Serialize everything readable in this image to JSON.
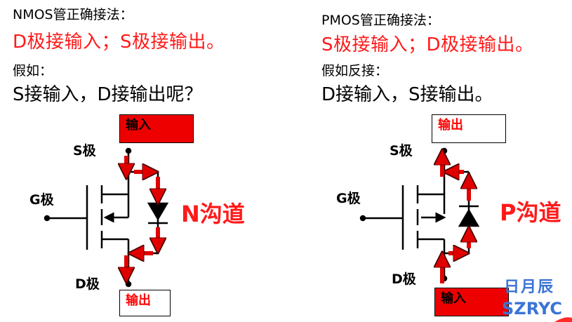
{
  "left": {
    "heading": "NMOS管正确接法：",
    "correct": "D极接输入；S极接输出。",
    "assume": "假如：",
    "question": "S接输入，D接输出呢？",
    "top_box": "输入",
    "bottom_box": "输出",
    "s_label": "S极",
    "g_label": "G极",
    "d_label": "D极",
    "channel": "N沟道"
  },
  "right": {
    "heading": "PMOS管正确接法：",
    "correct": "S极接输入；D极接输出。",
    "assume": "假如反接：",
    "question": "D接输入，S接输出。",
    "top_box": "输出",
    "bottom_box": "输入",
    "s_label": "S极",
    "g_label": "G极",
    "d_label": "D极",
    "channel": "P沟道"
  },
  "logo": {
    "cn": "日月辰",
    "en": "SZRYC"
  },
  "colors": {
    "accent_red": "#ff1a1a",
    "arrow_red": "#e00000",
    "logo_blue": "#3b74d6"
  }
}
